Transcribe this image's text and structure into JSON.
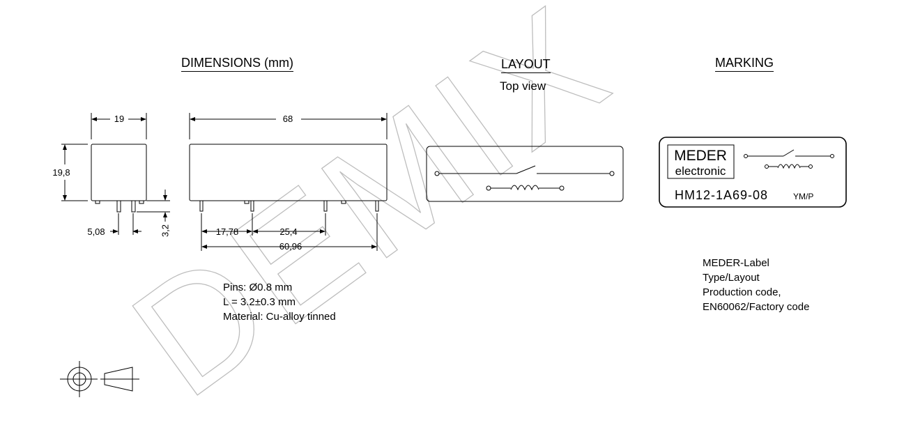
{
  "headings": {
    "dimensions": "DIMENSIONS (mm)",
    "layout": "LAYOUT",
    "layout_sub": "Top view",
    "marking": "MARKING"
  },
  "dims": {
    "width_19": "19",
    "height_19_8": "19,8",
    "pitch_5_08": "5,08",
    "pin_len_3_2": "3,2",
    "length_68": "68",
    "d_17_78": "17,78",
    "d_25_4": "25,4",
    "d_60_96": "60,96"
  },
  "pins": {
    "line1": "Pins:  Ø0.8 mm",
    "line2": "L = 3.2±0.3 mm",
    "line3": "Material: Cu-alloy tinned"
  },
  "label": {
    "brand_line1": "MEDER",
    "brand_line2": "electronic",
    "type_code": "HM12-1A69-08",
    "prod_code": "YM/P"
  },
  "legend": {
    "line1": "MEDER-Label",
    "line2": "Type/Layout",
    "line3": "Production code,",
    "line4": "EN60062/Factory code"
  },
  "watermark": "DEMIX"
}
